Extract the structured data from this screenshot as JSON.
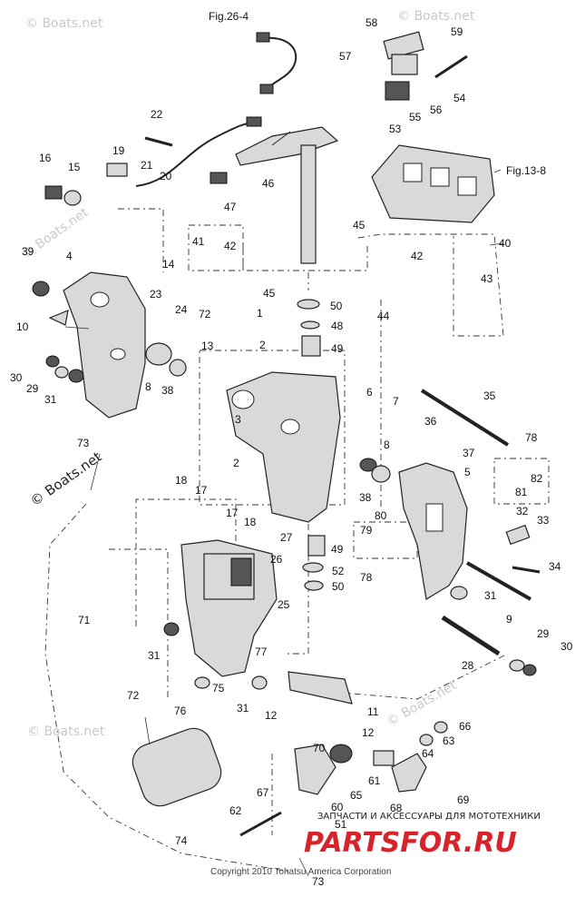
{
  "refs": {
    "fig26": "Fig.26-4",
    "fig13": "Fig.13-8"
  },
  "watermarks": {
    "boats1": "© Boats.net",
    "boats2": "© Boats.net",
    "boats3": "© Boats.net",
    "boats4": "© Boats.net",
    "boats5": "© Boats.net",
    "boats_big": "© Boats.net"
  },
  "brand": {
    "tagline": "ЗАПЧАСТИ И АКСЕССУАРЫ ДЛЯ МОТОТЕХНИКИ",
    "logo": "PARTSFOR.RU",
    "copyright": "Copyright 2010 Tohatsu America Corporation"
  },
  "callouts": [
    {
      "id": "c58",
      "t": "58"
    },
    {
      "id": "c59",
      "t": "59"
    },
    {
      "id": "c57",
      "t": "57"
    },
    {
      "id": "c54",
      "t": "54"
    },
    {
      "id": "c56",
      "t": "56"
    },
    {
      "id": "c55",
      "t": "55"
    },
    {
      "id": "c53",
      "t": "53"
    },
    {
      "id": "c22",
      "t": "22"
    },
    {
      "id": "c19",
      "t": "19"
    },
    {
      "id": "c21",
      "t": "21"
    },
    {
      "id": "c20",
      "t": "20"
    },
    {
      "id": "c16",
      "t": "16"
    },
    {
      "id": "c15",
      "t": "15"
    },
    {
      "id": "c46",
      "t": "46"
    },
    {
      "id": "c47",
      "t": "47"
    },
    {
      "id": "c41",
      "t": "41"
    },
    {
      "id": "c42a",
      "t": "42"
    },
    {
      "id": "c45a",
      "t": "45"
    },
    {
      "id": "c42b",
      "t": "42"
    },
    {
      "id": "c40",
      "t": "40"
    },
    {
      "id": "c43",
      "t": "43"
    },
    {
      "id": "c39",
      "t": "39"
    },
    {
      "id": "c4",
      "t": "4"
    },
    {
      "id": "c14",
      "t": "14"
    },
    {
      "id": "c45b",
      "t": "45"
    },
    {
      "id": "c23",
      "t": "23"
    },
    {
      "id": "c24",
      "t": "24"
    },
    {
      "id": "c1",
      "t": "1"
    },
    {
      "id": "c50a",
      "t": "50"
    },
    {
      "id": "c48",
      "t": "48"
    },
    {
      "id": "c44",
      "t": "44"
    },
    {
      "id": "c72a",
      "t": "72"
    },
    {
      "id": "c10",
      "t": "10"
    },
    {
      "id": "c13",
      "t": "13"
    },
    {
      "id": "c2a",
      "t": "2"
    },
    {
      "id": "c49a",
      "t": "49"
    },
    {
      "id": "c30a",
      "t": "30"
    },
    {
      "id": "c29a",
      "t": "29"
    },
    {
      "id": "c31a",
      "t": "31"
    },
    {
      "id": "c8a",
      "t": "8"
    },
    {
      "id": "c38a",
      "t": "38"
    },
    {
      "id": "c6",
      "t": "6"
    },
    {
      "id": "c7",
      "t": "7"
    },
    {
      "id": "c35",
      "t": "35"
    },
    {
      "id": "c3",
      "t": "3"
    },
    {
      "id": "c36",
      "t": "36"
    },
    {
      "id": "c37",
      "t": "37"
    },
    {
      "id": "c73a",
      "t": "73"
    },
    {
      "id": "c2b",
      "t": "2"
    },
    {
      "id": "c8b",
      "t": "8"
    },
    {
      "id": "c78a",
      "t": "78"
    },
    {
      "id": "c5",
      "t": "5"
    },
    {
      "id": "c82",
      "t": "82"
    },
    {
      "id": "c81",
      "t": "81"
    },
    {
      "id": "c18a",
      "t": "18"
    },
    {
      "id": "c17a",
      "t": "17"
    },
    {
      "id": "c38b",
      "t": "38"
    },
    {
      "id": "c80",
      "t": "80"
    },
    {
      "id": "c79",
      "t": "79"
    },
    {
      "id": "c32",
      "t": "32"
    },
    {
      "id": "c33",
      "t": "33"
    },
    {
      "id": "c17b",
      "t": "17"
    },
    {
      "id": "c18b",
      "t": "18"
    },
    {
      "id": "c27",
      "t": "27"
    },
    {
      "id": "c49b",
      "t": "49"
    },
    {
      "id": "c78b",
      "t": "78"
    },
    {
      "id": "c26",
      "t": "26"
    },
    {
      "id": "c34",
      "t": "34"
    },
    {
      "id": "c52",
      "t": "52"
    },
    {
      "id": "c50b",
      "t": "50"
    },
    {
      "id": "c31b",
      "t": "31"
    },
    {
      "id": "c71",
      "t": "71"
    },
    {
      "id": "c25",
      "t": "25"
    },
    {
      "id": "c9",
      "t": "9"
    },
    {
      "id": "c31c",
      "t": "31"
    },
    {
      "id": "c77",
      "t": "77"
    },
    {
      "id": "c29b",
      "t": "29"
    },
    {
      "id": "c30b",
      "t": "30"
    },
    {
      "id": "c28",
      "t": "28"
    },
    {
      "id": "c75",
      "t": "75"
    },
    {
      "id": "c31d",
      "t": "31"
    },
    {
      "id": "c72b",
      "t": "72"
    },
    {
      "id": "c76",
      "t": "76"
    },
    {
      "id": "c11",
      "t": "11"
    },
    {
      "id": "c12a",
      "t": "12"
    },
    {
      "id": "c12b",
      "t": "12"
    },
    {
      "id": "c66",
      "t": "66"
    },
    {
      "id": "c63",
      "t": "63"
    },
    {
      "id": "c64",
      "t": "64"
    },
    {
      "id": "c70",
      "t": "70"
    },
    {
      "id": "c61",
      "t": "61"
    },
    {
      "id": "c65",
      "t": "65"
    },
    {
      "id": "c67",
      "t": "67"
    },
    {
      "id": "c60",
      "t": "60"
    },
    {
      "id": "c68",
      "t": "68"
    },
    {
      "id": "c69",
      "t": "69"
    },
    {
      "id": "c62",
      "t": "62"
    },
    {
      "id": "c51",
      "t": "51"
    },
    {
      "id": "c74",
      "t": "74"
    },
    {
      "id": "c73b",
      "t": "73"
    }
  ]
}
